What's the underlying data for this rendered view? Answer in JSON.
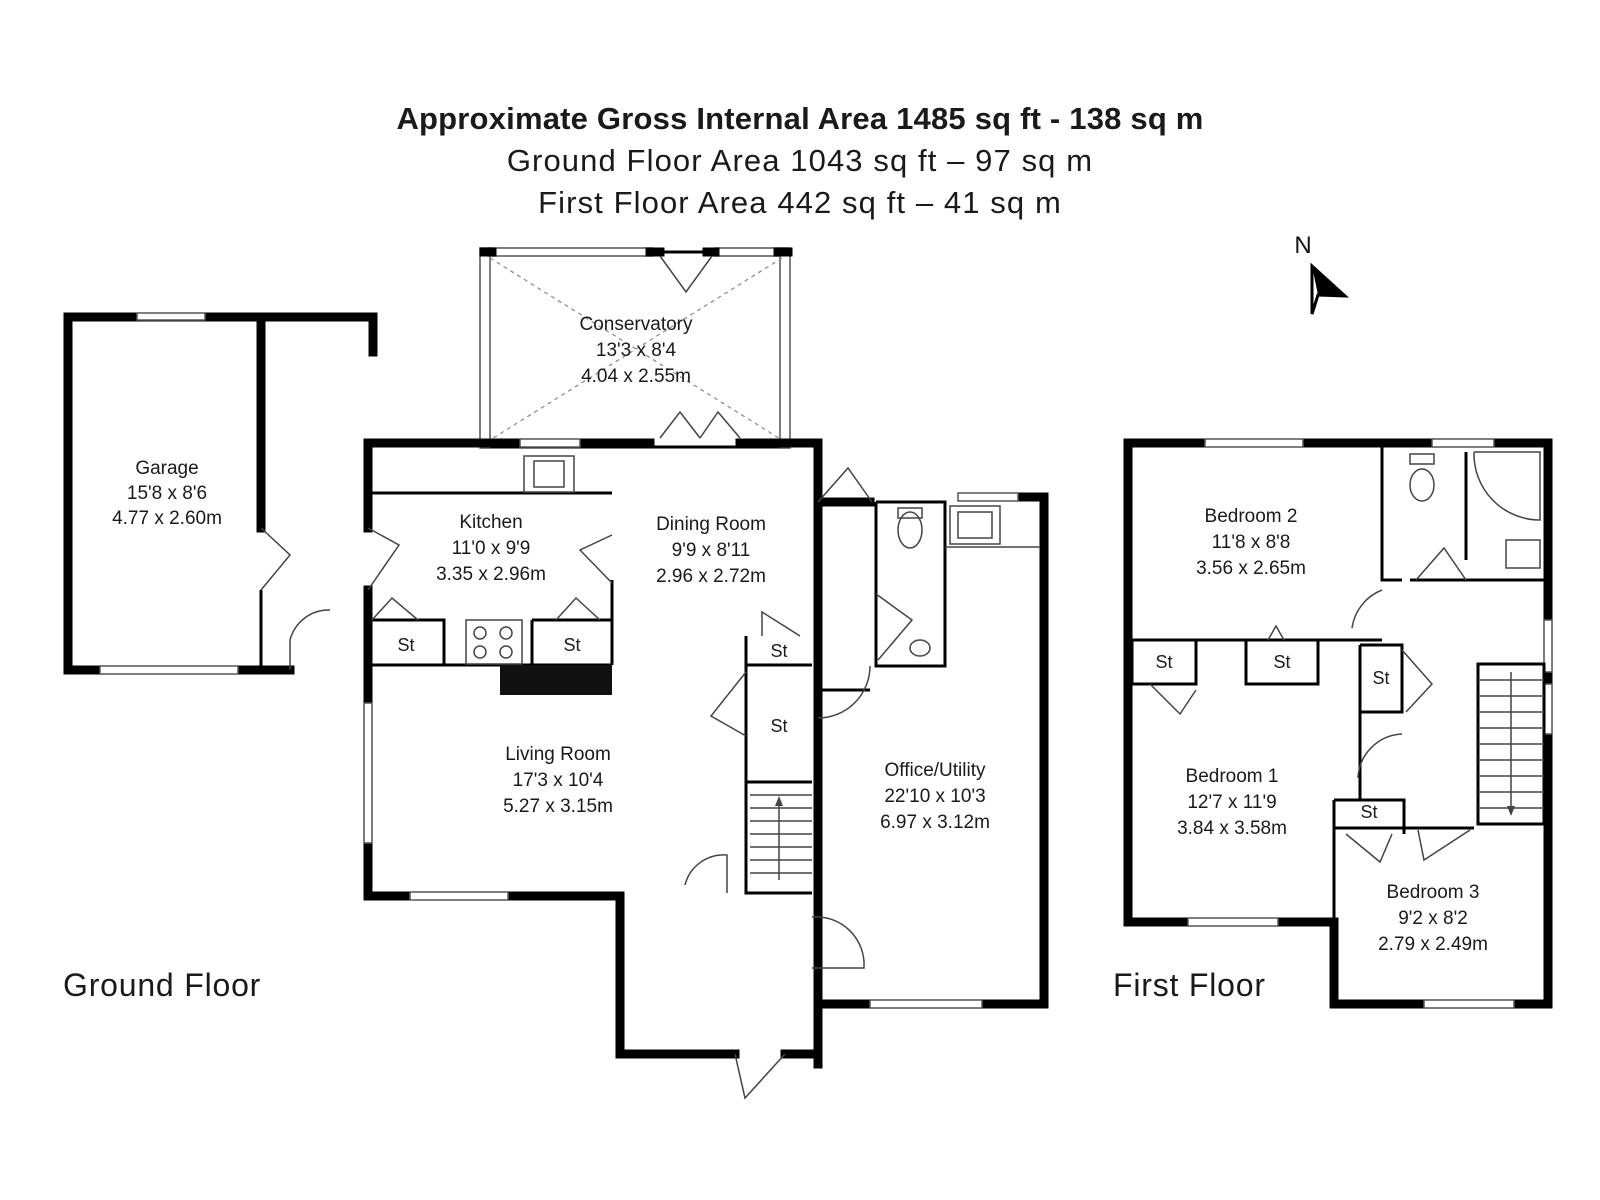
{
  "header": {
    "title": "Approximate Gross Internal Area 1485 sq ft - 138 sq m",
    "ground_area": "Ground Floor Area 1043 sq ft – 97 sq m",
    "first_area": "First Floor Area 442 sq ft – 41 sq m"
  },
  "compass": {
    "label": "N"
  },
  "ground_floor": {
    "label": "Ground Floor",
    "rooms": {
      "garage": {
        "name": "Garage",
        "imperial": "15'8 x 8'6",
        "metric": "4.77 x 2.60m"
      },
      "conservatory": {
        "name": "Conservatory",
        "imperial": "13'3 x 8'4",
        "metric": "4.04 x 2.55m"
      },
      "kitchen": {
        "name": "Kitchen",
        "imperial": "11'0 x 9'9",
        "metric": "3.35 x 2.96m"
      },
      "dining": {
        "name": "Dining Room",
        "imperial": "9'9 x 8'11",
        "metric": "2.96 x 2.72m"
      },
      "living": {
        "name": "Living Room",
        "imperial": "17'3 x 10'4",
        "metric": "5.27 x 3.15m"
      },
      "office": {
        "name": "Office/Utility",
        "imperial": "22'10 x 10'3",
        "metric": "6.97 x 3.12m"
      }
    },
    "storage": [
      "St",
      "St",
      "St",
      "St"
    ]
  },
  "first_floor": {
    "label": "First Floor",
    "rooms": {
      "bed2": {
        "name": "Bedroom 2",
        "imperial": "11'8 x 8'8",
        "metric": "3.56 x 2.65m"
      },
      "bed1": {
        "name": "Bedroom 1",
        "imperial": "12'7 x 11'9",
        "metric": "3.84 x 3.58m"
      },
      "bed3": {
        "name": "Bedroom 3",
        "imperial": "9'2 x 8'2",
        "metric": "2.79 x 2.49m"
      }
    },
    "storage": [
      "St",
      "St",
      "St",
      "St"
    ]
  }
}
